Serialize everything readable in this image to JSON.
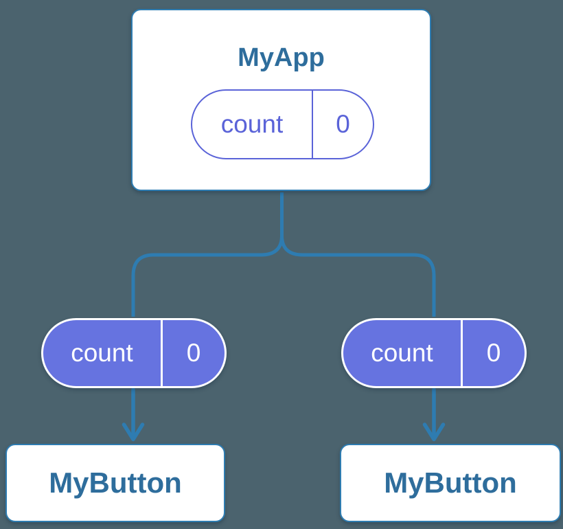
{
  "diagram": {
    "type": "component-state-tree",
    "colors": {
      "background": "#4B636E",
      "connector_line": "#2E7CB1",
      "card_border": "#2E7CB1",
      "card_background": "#FFFFFF",
      "component_title_text": "#2E6D9C",
      "state_pill_outline": "#5A63D8",
      "state_pill_text": "#5A63D8",
      "prop_pill_fill": "#6673E0",
      "prop_pill_text": "#FFFFFF"
    },
    "root": {
      "title": "MyApp",
      "state": {
        "key": "count",
        "value": "0"
      }
    },
    "children": [
      {
        "title": "MyButton",
        "state": {
          "key": "count",
          "value": "0"
        }
      },
      {
        "title": "MyButton",
        "state": {
          "key": "count",
          "value": "0"
        }
      }
    ]
  }
}
